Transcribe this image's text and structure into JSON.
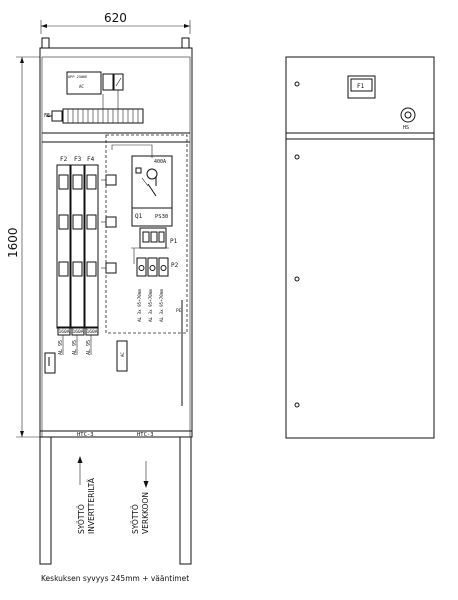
{
  "dimensions": {
    "width_label": "620",
    "height_label": "1600"
  },
  "cabinet_left": {
    "top_labels": {
      "device_top": "APP 250HE",
      "device_top2": "AC",
      "fe_label": "FE"
    },
    "fuse_labels": [
      "F2",
      "F3",
      "F4"
    ],
    "fuse_ratings": [
      "160A",
      "160A",
      "160A"
    ],
    "cable_labels": [
      "AL 95",
      "AL 95",
      "AL 95"
    ],
    "breaker": {
      "rating": "400A",
      "name": "Q1",
      "model": "PS30"
    },
    "terminals": [
      "P1",
      "P2"
    ],
    "cable_outputs": [
      "AL 3x 95+70mm",
      "AL 3x 95+70mm",
      "AL 3x 95+70mm"
    ],
    "right_tag": "PE",
    "small_box_label": "AC",
    "bottom_rails": [
      "HTC-3",
      "HTC-3"
    ]
  },
  "feeds": [
    {
      "line1": "SYÖTTÖ",
      "line2": "INVERTTERILTÄ"
    },
    {
      "line1": "SYÖTTÖ",
      "line2": "VERKKOON"
    }
  ],
  "cabinet_right": {
    "window_label": "F1",
    "key_label": "HS"
  },
  "footer_note": "Keskuksen syvyys 245mm + vääntimet"
}
